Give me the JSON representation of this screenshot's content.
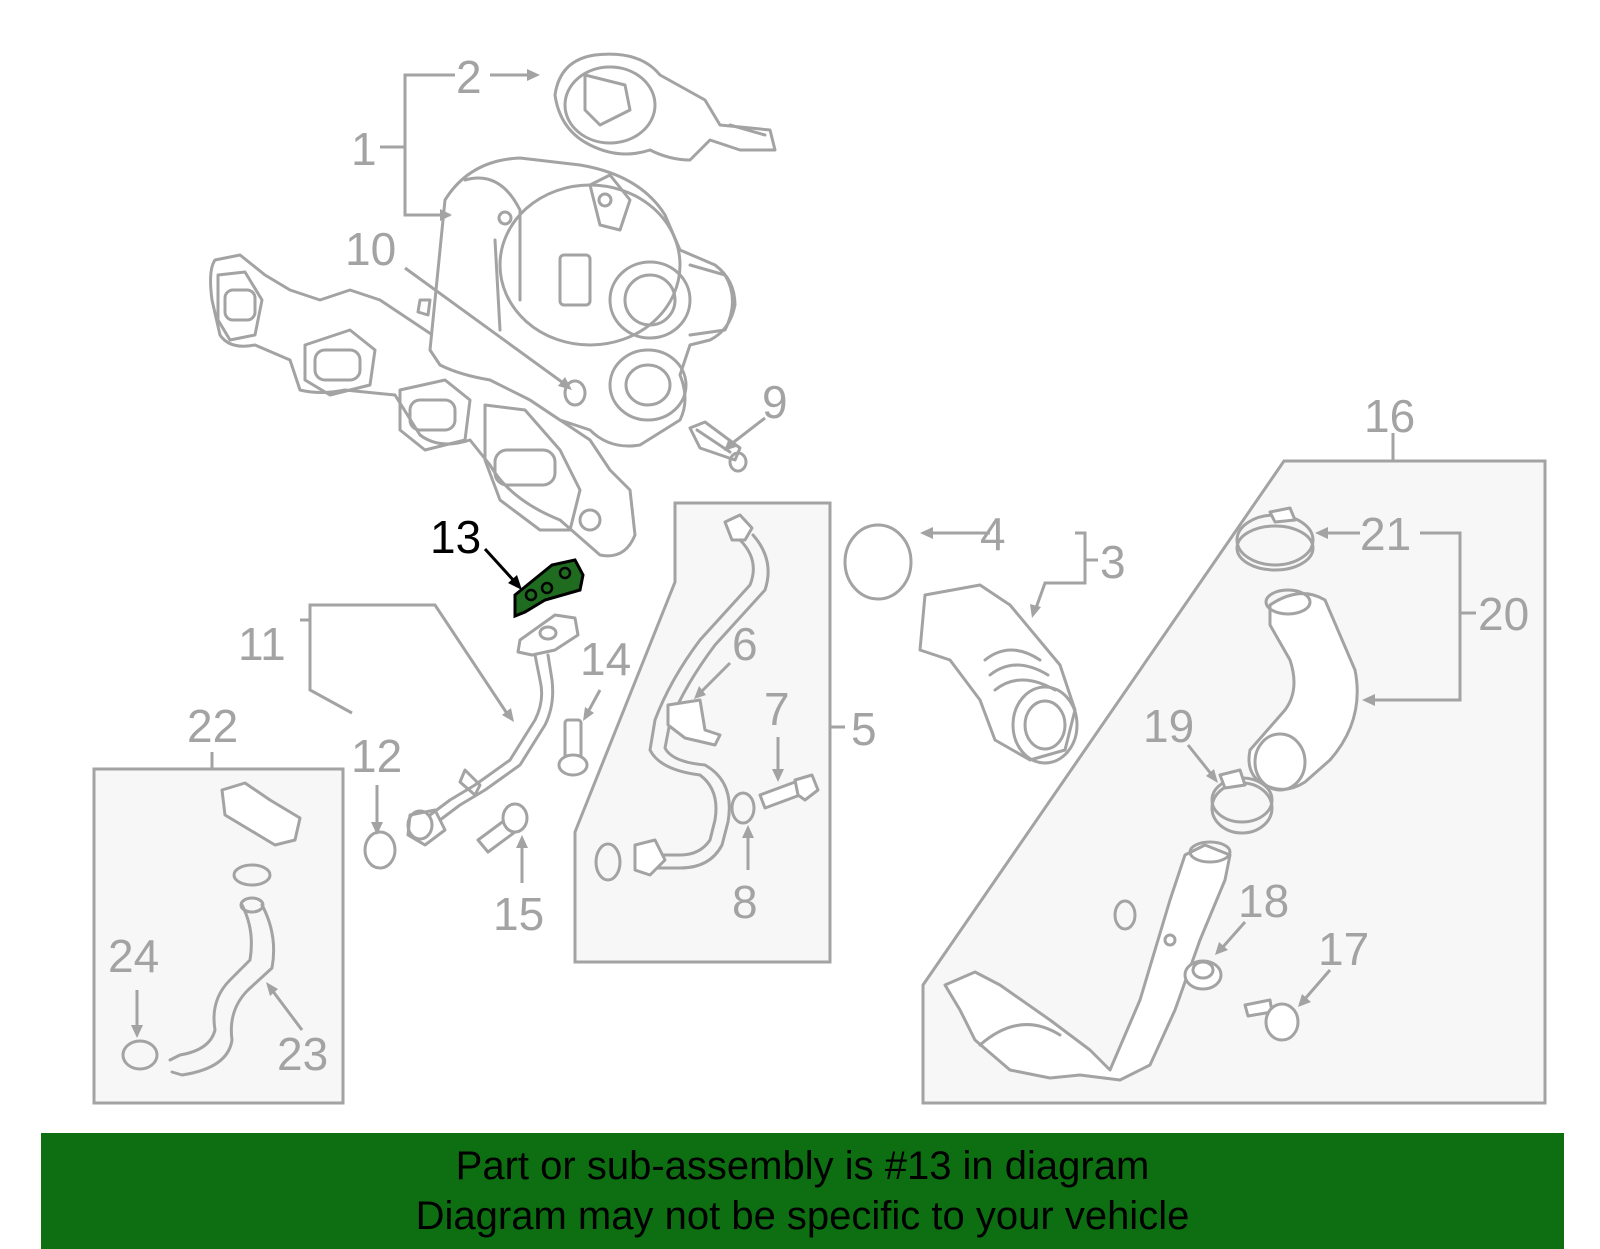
{
  "callouts": {
    "c1": "1",
    "c2": "2",
    "c3": "3",
    "c4": "4",
    "c5": "5",
    "c6": "6",
    "c7": "7",
    "c8": "8",
    "c9": "9",
    "c10": "10",
    "c11": "11",
    "c12": "12",
    "c13": "13",
    "c14": "14",
    "c15": "15",
    "c16": "16",
    "c17": "17",
    "c18": "18",
    "c19": "19",
    "c20": "20",
    "c21": "21",
    "c22": "22",
    "c23": "23",
    "c24": "24"
  },
  "highlight": {
    "part": "13",
    "color": "#1f6b1f"
  },
  "banner": {
    "line1": "Part or sub-assembly is #13 in diagram",
    "line2": "Diagram may not be specific to your vehicle",
    "color": "#0e6e12"
  }
}
